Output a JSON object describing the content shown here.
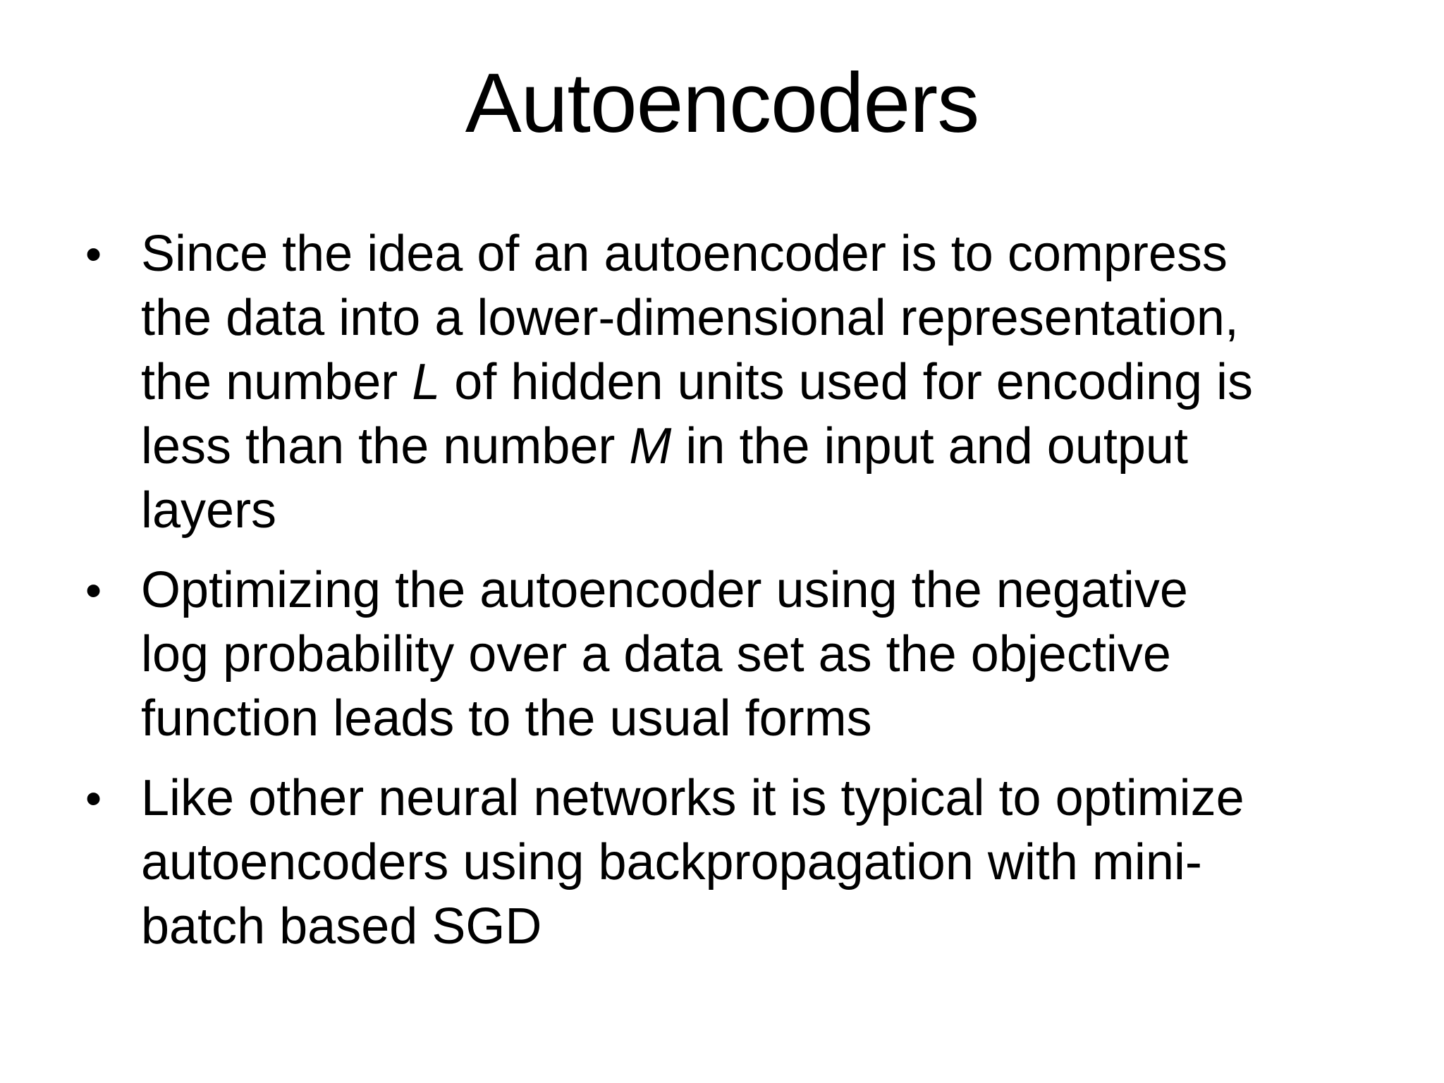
{
  "slide": {
    "title": "Autoencoders",
    "bullet_char": "•",
    "background_color": "#ffffff",
    "text_color": "#000000",
    "bullets": [
      {
        "lines": [
          [
            {
              "t": "Since the idea of an autoencoder is to compress"
            }
          ],
          [
            {
              "t": "the data into a lower-dimensional representation,"
            }
          ],
          [
            {
              "t": "the number "
            },
            {
              "t": "L",
              "i": true
            },
            {
              "t": " of hidden units used for encoding is"
            }
          ],
          [
            {
              "t": "less than the number "
            },
            {
              "t": "M",
              "i": true
            },
            {
              "t": " in the input and output"
            }
          ],
          [
            {
              "t": "layers"
            }
          ]
        ]
      },
      {
        "lines": [
          [
            {
              "t": "Optimizing the autoencoder using the negative"
            }
          ],
          [
            {
              "t": "log probability over a data set as the objective"
            }
          ],
          [
            {
              "t": "function leads to the usual forms"
            }
          ]
        ]
      },
      {
        "lines": [
          [
            {
              "t": "Like other neural networks it is typical to optimize"
            }
          ],
          [
            {
              "t": "autoencoders using backpropagation with mini-"
            }
          ],
          [
            {
              "t": "batch based SGD"
            }
          ]
        ]
      }
    ]
  }
}
